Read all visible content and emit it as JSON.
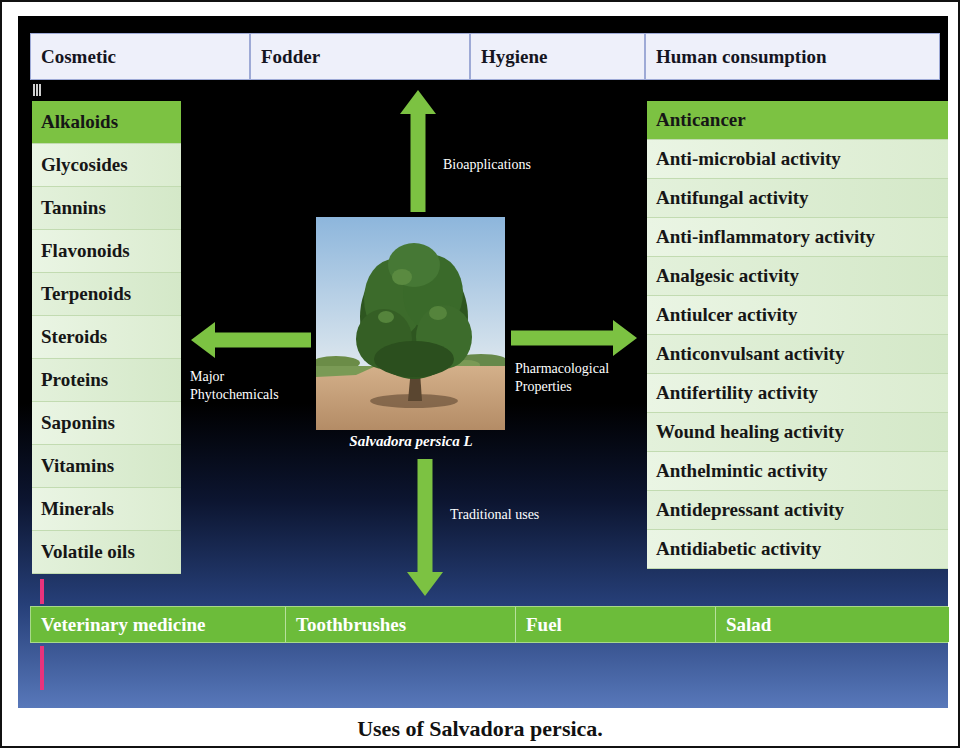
{
  "diagram": {
    "caption": "Uses of Salvadora persica.",
    "nodes": [
      {
        "text": []
      },
      {
        "text": [
          "Cosmetic"
        ],
        "in": 0
      },
      {
        "text": [
          "Fodder"
        ],
        "in": 0
      },
      {
        "text": [
          "Hygiene"
        ],
        "in": 0
      },
      {
        "text": [
          "Human consumption"
        ],
        "in": 0
      },
      {
        "text": []
      },
      {
        "text": [
          "Alkaloids"
        ],
        "in": 5
      },
      {
        "text": [
          "Glycosides"
        ],
        "in": 5
      },
      {
        "text": [
          "Tannins"
        ],
        "in": 5
      },
      {
        "text": [
          "Flavonoids"
        ],
        "in": 5
      },
      {
        "text": [
          "Terpenoids"
        ],
        "in": 5
      },
      {
        "text": [
          "Steroids"
        ],
        "in": 5
      },
      {
        "text": [
          "Proteins"
        ],
        "in": 5
      },
      {
        "text": [
          "Saponins"
        ],
        "in": 5
      },
      {
        "text": [
          "Vitamins"
        ],
        "in": 5
      },
      {
        "text": [
          "Minerals"
        ],
        "in": 5
      },
      {
        "text": [
          "Volatile oils"
        ],
        "in": 5
      },
      {
        "text": [
          "Salvadora persica L"
        ]
      },
      {
        "text": []
      },
      {
        "text": [
          "Anticancer"
        ],
        "in": 18
      },
      {
        "text": [
          "Anti-microbial activity"
        ],
        "in": 18
      },
      {
        "text": [
          "Antifungal activity"
        ],
        "in": 18
      },
      {
        "text": [
          "Anti-inflammatory activity"
        ],
        "in": 18
      },
      {
        "text": [
          "Analgesic activity"
        ],
        "in": 18
      },
      {
        "text": [
          "Antiulcer activity"
        ],
        "in": 18
      },
      {
        "text": [
          "Anticonvulsant activity"
        ],
        "in": 18
      },
      {
        "text": [
          "Antifertility activity"
        ],
        "in": 18
      },
      {
        "text": [
          "Wound healing activity"
        ],
        "in": 18
      },
      {
        "text": [
          "Anthelmintic activity"
        ],
        "in": 18
      },
      {
        "text": [
          "Antidepressant activity"
        ],
        "in": 18
      },
      {
        "text": [
          "Antidiabetic activity"
        ],
        "in": 18
      },
      {
        "text": []
      },
      {
        "text": [
          "Veterinary medicine"
        ],
        "in": 31
      },
      {
        "text": [
          "Toothbrushes"
        ],
        "in": 31
      },
      {
        "text": [
          "Fuel"
        ],
        "in": 31
      },
      {
        "text": [
          "Salad"
        ],
        "in": 31
      }
    ],
    "edges": [
      {
        "from": 17,
        "to": 0,
        "label": "Bioapplications",
        "arrow": "to"
      },
      {
        "from": 17,
        "to": 5,
        "label": "Major Phytochemicals",
        "arrow": "to"
      },
      {
        "from": 17,
        "to": 18,
        "label": "Pharmacological Properties",
        "arrow": "to"
      },
      {
        "from": 17,
        "to": 31,
        "label": "Traditional uses",
        "arrow": "to"
      }
    ]
  }
}
